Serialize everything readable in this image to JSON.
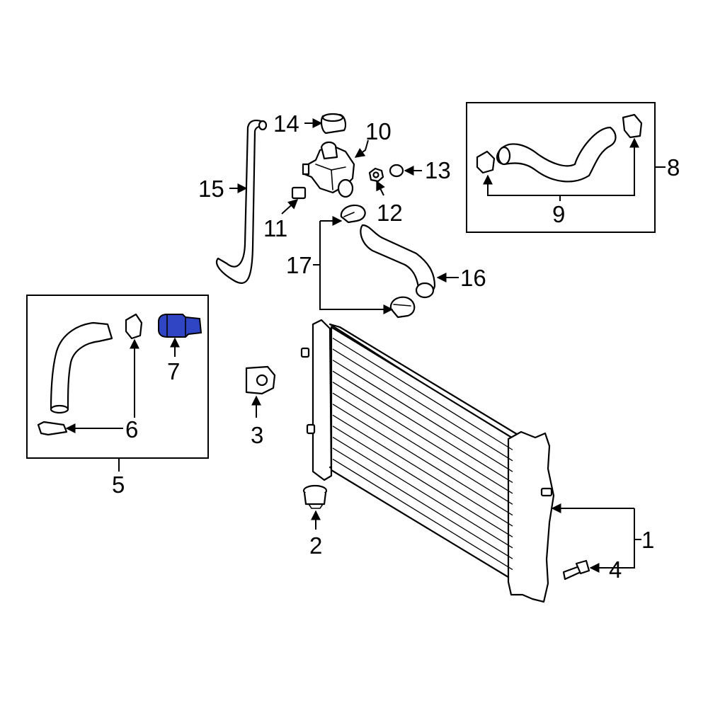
{
  "callouts": {
    "c1": "1",
    "c2": "2",
    "c3": "3",
    "c4": "4",
    "c5": "5",
    "c6": "6",
    "c7": "7",
    "c8": "8",
    "c9": "9",
    "c10": "10",
    "c11": "11",
    "c12": "12",
    "c13": "13",
    "c14": "14",
    "c15": "15",
    "c16": "16",
    "c17": "17"
  },
  "highlight_color": "#2f45c4"
}
